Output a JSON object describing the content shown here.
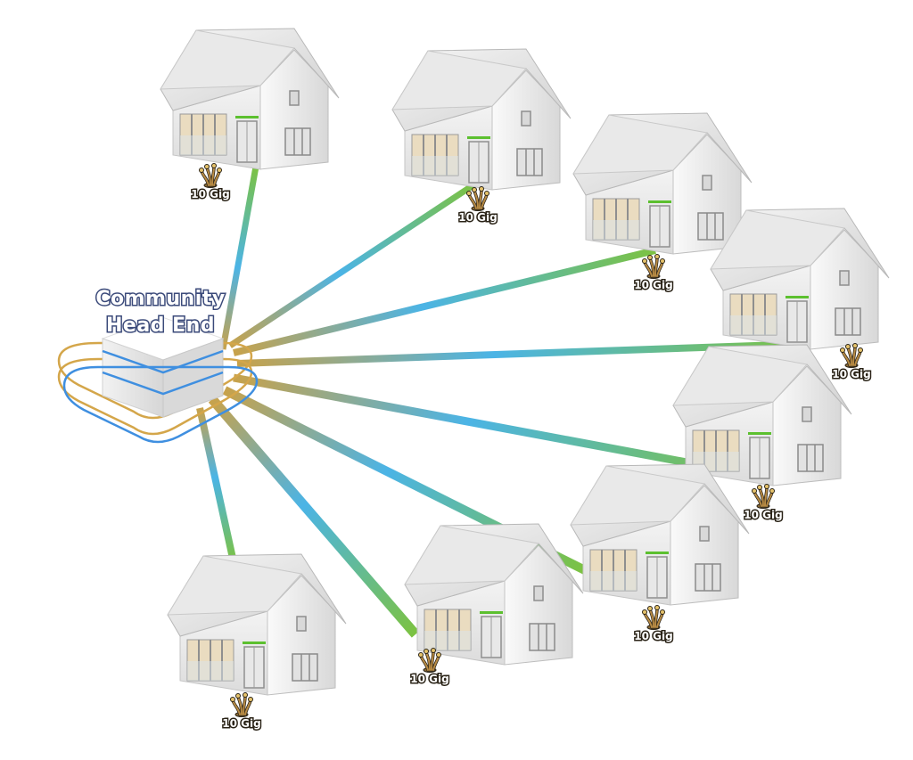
{
  "head_end": {
    "title_line1": "Community",
    "title_line2": "Head End"
  },
  "colors": {
    "link_gold": "#c8a24a",
    "link_blue": "#4bb4e6",
    "link_green": "#7cc241",
    "ring_blue": "#3f8fe0",
    "ring_gold": "#d4a64a",
    "roof": "#e6e6e6",
    "wall": "#f4f4f4",
    "fiber_icon": "#8a6a35"
  },
  "houses": [
    {
      "id": "house-1",
      "label": "10 Gig"
    },
    {
      "id": "house-2",
      "label": "10 Gig"
    },
    {
      "id": "house-3",
      "label": "10 Gig"
    },
    {
      "id": "house-4",
      "label": "10 Gig"
    },
    {
      "id": "house-5",
      "label": "10 Gig"
    },
    {
      "id": "house-6",
      "label": "10 Gig"
    },
    {
      "id": "house-7",
      "label": "10 Gig"
    },
    {
      "id": "house-8",
      "label": "10 Gig"
    }
  ]
}
